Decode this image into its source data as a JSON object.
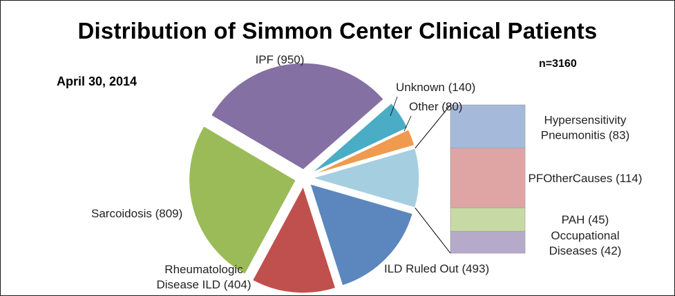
{
  "header": {
    "title": "Distribution of Simmon Center Clinical Patients",
    "date": "April 30, 2014",
    "n_label": "n=3160"
  },
  "chart_data": {
    "type": "pie",
    "title": "Distribution of Simmon Center Clinical Patients",
    "slices": [
      {
        "label": "IPF (950)",
        "value": 950,
        "color": "#8470A3"
      },
      {
        "label": "Unknown (140)",
        "value": 140,
        "color": "#4AACC5"
      },
      {
        "label": "Other (80)",
        "value": 80,
        "color": "#F09A4F"
      },
      {
        "label": "ILD Ruled Out (493)",
        "value": 493,
        "color": "#5B87BE"
      },
      {
        "label": "Rheumatologic Disease ILD (404)",
        "value": 404,
        "color": "#C0504D"
      },
      {
        "label": "Sarcoidosis (809)",
        "value": 809,
        "color": "#9BBB59"
      }
    ],
    "combined_slice": {
      "value": 284,
      "color": "#A5CFE0"
    },
    "breakdown": {
      "type": "stacked_bar",
      "items": [
        {
          "label": "Hypersensitivity Pneumonitis (83)",
          "value": 83,
          "color": "#A5B9DA"
        },
        {
          "label": "PFOtherCauses (114)",
          "value": 114,
          "color": "#DFA5A4"
        },
        {
          "label": "PAH (45)",
          "value": 45,
          "color": "#C7DAA6"
        },
        {
          "label": "Occupational Diseases (42)",
          "value": 42,
          "color": "#B6AACA"
        }
      ]
    }
  }
}
